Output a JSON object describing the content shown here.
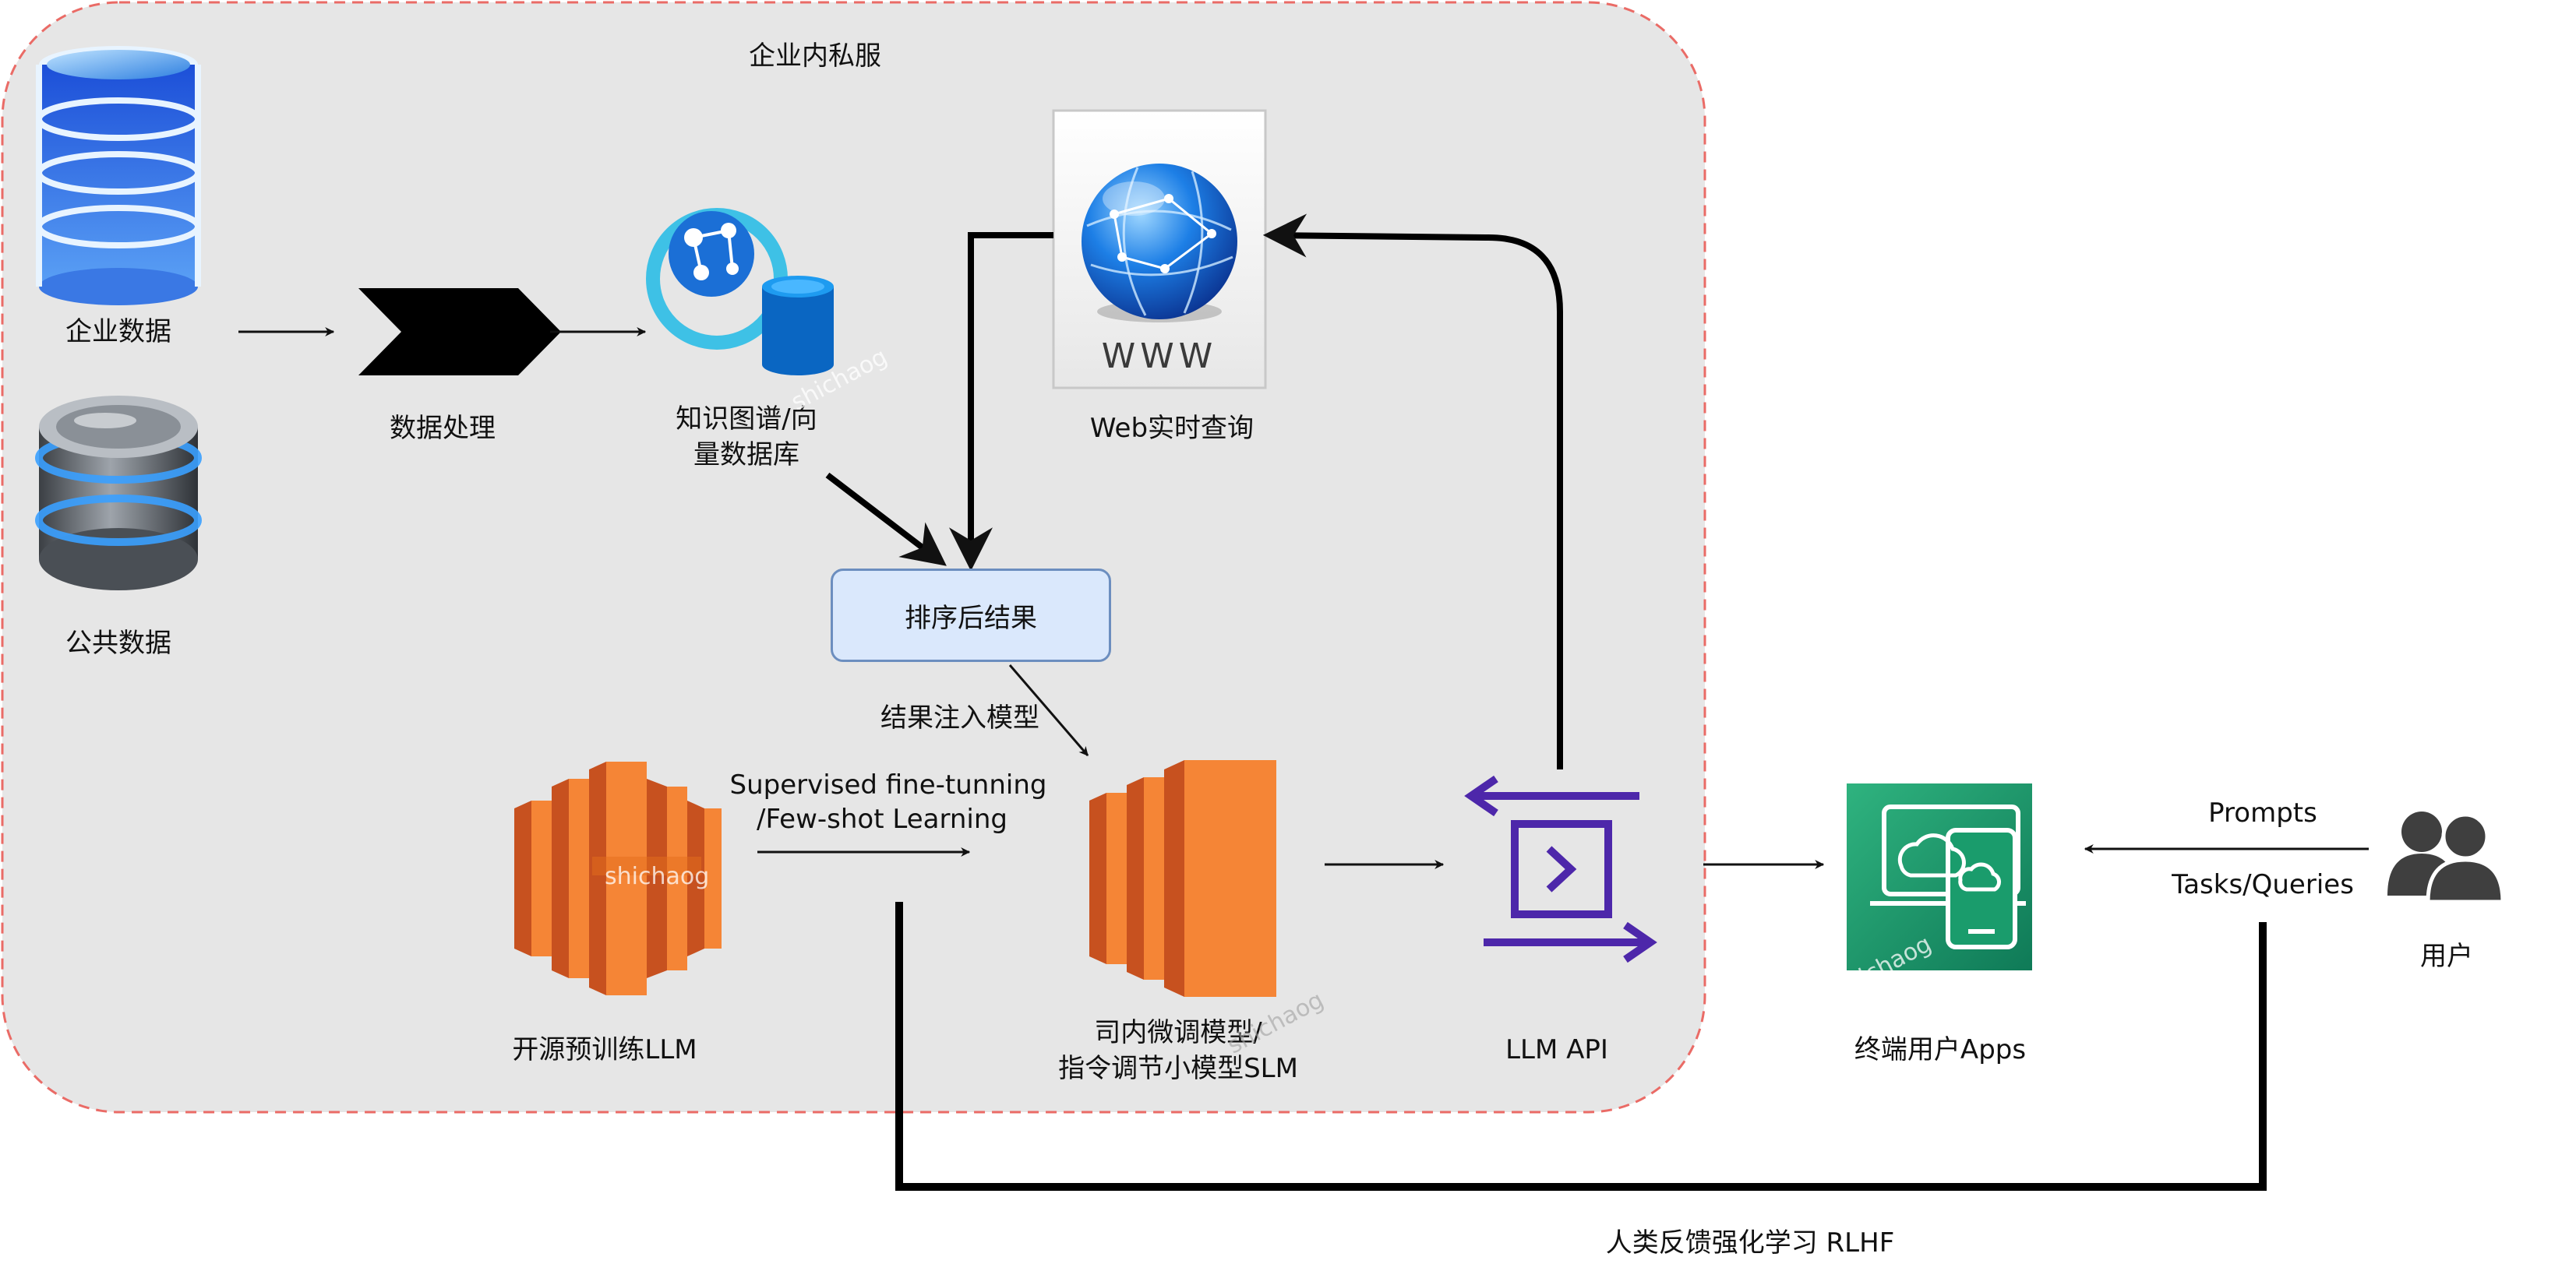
{
  "zone": {
    "title": "企业内私服"
  },
  "nodes": {
    "enterprise_data": "企业数据",
    "public_data": "公共数据",
    "data_processing": "数据处理",
    "knowledge_db_line1": "知识图谱/向",
    "knowledge_db_line2": "量数据库",
    "web_search": "Web实时查询",
    "www_text": "WWW",
    "sorted_results": "排序后结果",
    "inject_label": "结果注入模型",
    "sft_line1": "Supervised fine-tunning",
    "sft_line2": "/Few-shot Learning",
    "open_llm": "开源预训练LLM",
    "finetuned_line1": "司内微调模型/",
    "finetuned_line2": "指令调节小模型SLM",
    "llm_api": "LLM API",
    "end_apps": "终端用户Apps",
    "prompts": "Prompts",
    "tasks": "Tasks/Queries",
    "users": "用户",
    "rlhf": "人类反馈强化学习 RLHF"
  },
  "watermark": "shichaog",
  "icons": {
    "enterprise_db": "database-icon",
    "public_db": "database-icon",
    "processing": "chevrons-icon",
    "knowledge": "knowledge-graph-icon",
    "web": "globe-www-icon",
    "open_llm": "compute-icon",
    "finetuned": "compute-icon",
    "api": "api-gateway-icon",
    "apps": "devices-icon",
    "users": "users-icon"
  },
  "colors": {
    "zone_fill": "#e6e6e6",
    "zone_border": "#ea6b66",
    "box_fill": "#dae8fc",
    "box_border": "#6c8ebf",
    "aws_orange": "#f58536",
    "api_purple": "#4d27aa",
    "apps_green": "#1a9c6c"
  }
}
